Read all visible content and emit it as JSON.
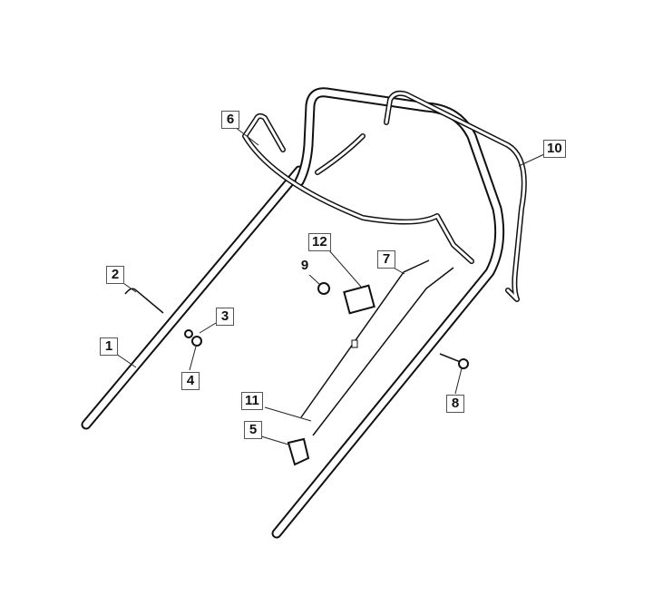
{
  "diagram": {
    "type": "exploded parts diagram",
    "callouts": [
      "1",
      "2",
      "3",
      "4",
      "5",
      "6",
      "7",
      "8",
      "9",
      "10",
      "11",
      "12"
    ]
  }
}
